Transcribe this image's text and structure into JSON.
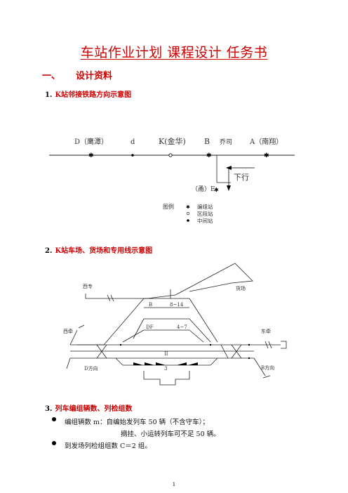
{
  "document": {
    "title": "车站作业计划 课程设计 任务书",
    "section1_num": "一、",
    "section1_title": "设计资料",
    "sub1_num": "1.",
    "sub1_title": "K站邻接铁路方向示意图",
    "sub2_num": "2.",
    "sub2_title": "K站车场、货场和专用线示意图",
    "sub3_num": "3.",
    "sub3_title": "列车编组辆数、列检组数",
    "bullet1_line1": "编组辆数 m：自编始发列车 50 辆（不含守车）；",
    "bullet1_line2": "摘挂、小运转列车可不足 50 辆。",
    "bullet2": "到发场列检组组数 C＝2 组。",
    "page_number": "1"
  },
  "diagram1": {
    "station_d_big": "D（鹰潭）",
    "station_d_small": "d",
    "station_k": "K(金华)",
    "station_b": "B",
    "station_qiaosi": "乔司",
    "station_a": "A（南翔）",
    "station_e": "（甬）E",
    "direction": "下行",
    "legend_title": "图例",
    "legend_items": [
      "编组站",
      "区段站",
      "中间站"
    ]
  },
  "diagram2": {
    "xizhuan": "西专",
    "huochang": "货场",
    "xiqian": "西牵",
    "dongqian": "东牵",
    "d_dir": "D方向",
    "b_dir": "B方向",
    "t_b": "B",
    "t_814": "8~14",
    "t_df": "DF",
    "t_47": "4~7",
    "t_ii": "II",
    "t_3": "3"
  }
}
